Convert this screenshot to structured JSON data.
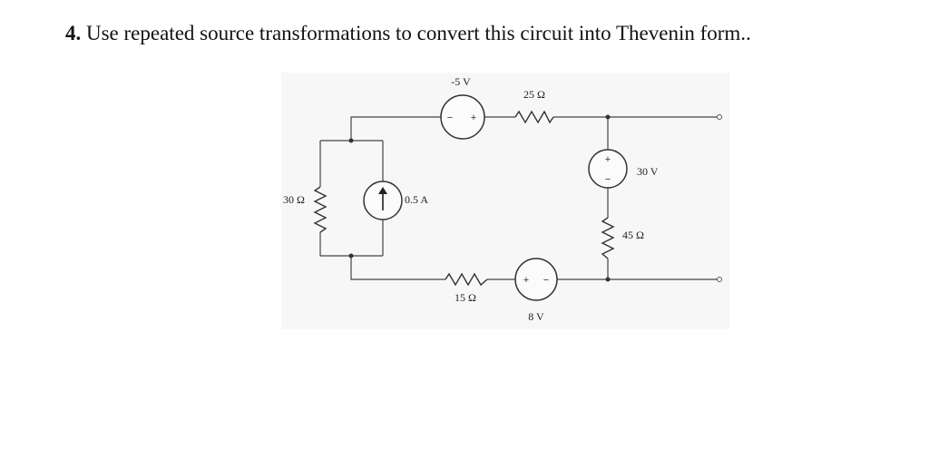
{
  "problem": {
    "number": "4.",
    "text": "Use repeated source transformations to convert this circuit into Thevenin form.."
  },
  "circuit": {
    "v_top_label": "-5 V",
    "v_top_minus": "−",
    "v_top_plus": "+",
    "r_top_label": "25 Ω",
    "v_right_label": "30 V",
    "v_right_plus": "+",
    "v_right_minus": "−",
    "r_right_label": "45 Ω",
    "r_left_label": "30 Ω",
    "i_src_label": "0.5 A",
    "r_bottom_label": "15 Ω",
    "v_bottom_label": "8 V",
    "v_bottom_plus": "+",
    "v_bottom_minus": "−"
  }
}
